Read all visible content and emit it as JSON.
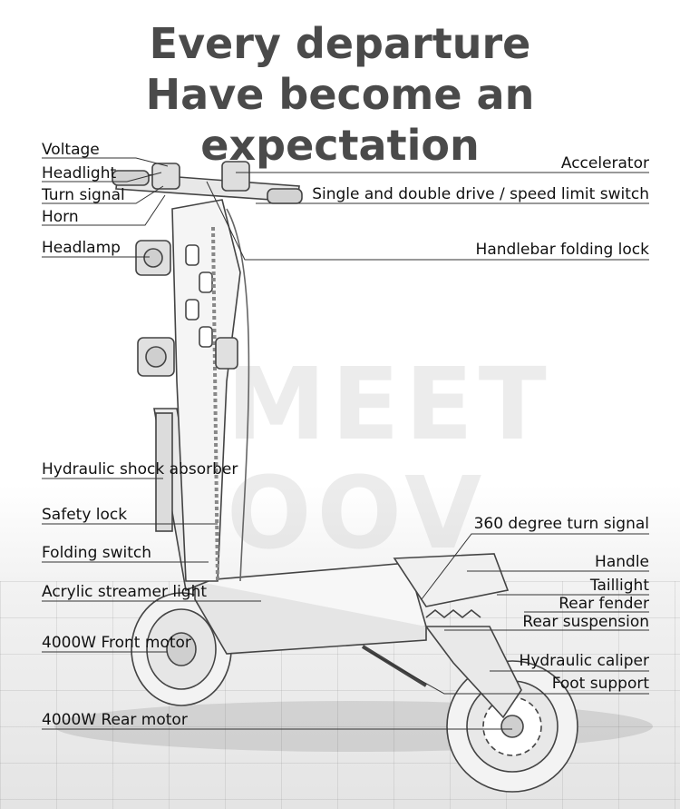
{
  "title": {
    "line1": "Every departure",
    "line2": "Have become an expectation"
  },
  "watermark": {
    "line1": "MEET",
    "line2": "OOV"
  },
  "labels": {
    "voltage": "Voltage",
    "headlight": "Headlight",
    "turn_signal": "Turn signal",
    "horn": "Horn",
    "headlamp": "Headlamp",
    "accelerator": "Accelerator",
    "drive_switch": "Single and double drive / speed limit switch",
    "folding_lock": "Handlebar folding lock",
    "shock_absorber": "Hydraulic shock absorber",
    "safety_lock": "Safety lock",
    "folding_switch": "Folding switch",
    "streamer_light": "Acrylic streamer light",
    "front_motor": "4000W Front motor",
    "rear_motor": "4000W Rear motor",
    "turn_signal_360": "360 degree turn signal",
    "handle": "Handle",
    "taillight": "Taillight",
    "rear_fender": "Rear fender",
    "rear_suspension": "Rear suspension",
    "hydraulic_caliper": "Hydraulic caliper",
    "foot_support": "Foot support"
  }
}
